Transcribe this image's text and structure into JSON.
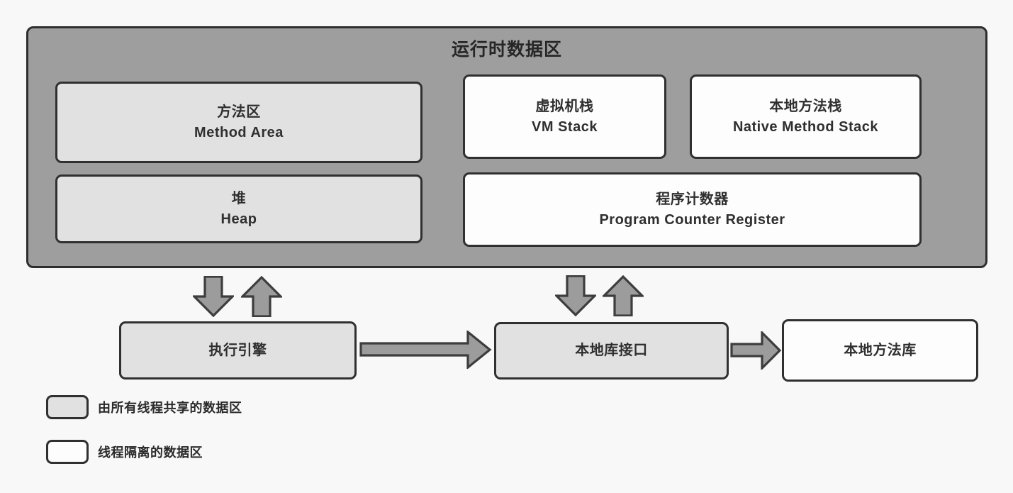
{
  "colors": {
    "page_bg": "#f8f8f8",
    "container_fill": "#9e9e9e",
    "shared_fill": "#e1e1e1",
    "isolated_fill": "#fdfdfd",
    "border": "#303030",
    "arrow_fill": "#9c9c9c",
    "arrow_stroke": "#3d3d3d",
    "text": "#2b2b2b"
  },
  "runtime_area": {
    "title": "运行时数据区",
    "boxes": [
      {
        "zh": "方法区",
        "en": "Method Area",
        "type": "shared"
      },
      {
        "zh": "堆",
        "en": "Heap",
        "type": "shared"
      },
      {
        "zh": "虚拟机栈",
        "en": "VM Stack",
        "type": "isolated"
      },
      {
        "zh": "本地方法栈",
        "en": "Native Method Stack",
        "type": "isolated"
      },
      {
        "zh": "程序计数器",
        "en": "Program Counter Register",
        "type": "isolated"
      }
    ]
  },
  "bottom_row": {
    "execution_engine": "执行引擎",
    "native_library_interface": "本地库接口",
    "native_method_library": "本地方法库"
  },
  "legend": [
    {
      "swatch": "shared",
      "label": "由所有线程共享的数据区"
    },
    {
      "swatch": "isolated",
      "label": "线程隔离的数据区"
    }
  ]
}
